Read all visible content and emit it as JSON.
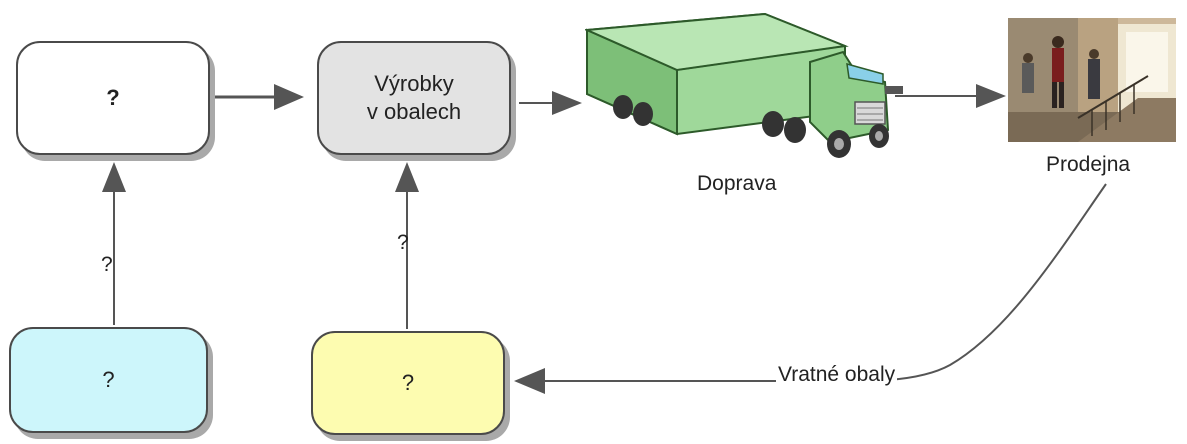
{
  "boxes": {
    "top_left": "?",
    "products": [
      "Výrobky",
      "v obalech"
    ],
    "bottom_left": "?",
    "bottom_mid": "?"
  },
  "labels": {
    "arrow_left": "?",
    "arrow_mid": "?",
    "transport": "Doprava",
    "shop": "Prodejna",
    "returnable": "Vratné obaly"
  },
  "colors": {
    "box_white": "#ffffff",
    "box_grey": "#e3e3e3",
    "box_cyan": "#cdf6fb",
    "box_yellow": "#fdfcb0",
    "arrow": "#555555",
    "truck_green": "#8fce8a"
  },
  "images": {
    "truck": "truck-icon",
    "shop": "shop-photo"
  }
}
